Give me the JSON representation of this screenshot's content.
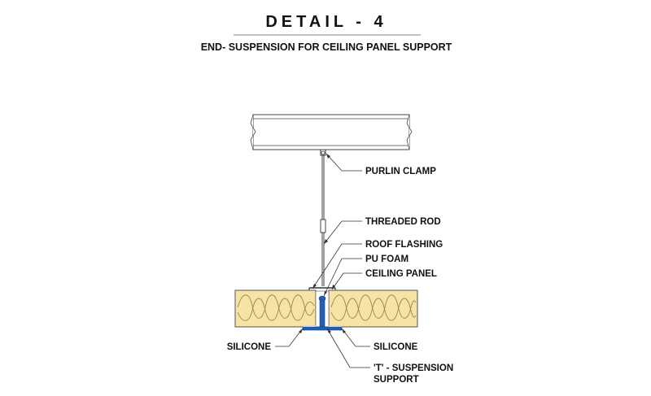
{
  "detail_title": "DETAIL - 4",
  "subtitle": "END- SUSPENSION FOR CEILING PANEL SUPPORT",
  "labels": {
    "purlin_clamp": "PURLIN CLAMP",
    "threaded_rod": "THREADED ROD",
    "roof_flashing": "ROOF FLASHING",
    "pu_foam": "PU FOAM",
    "ceiling_panel": "CEILING PANEL",
    "silicone_left": "SILICONE",
    "silicone_right": "SILICONE",
    "t_suspension_line1": "'T' - SUSPENSION",
    "t_suspension_line2": "SUPPORT"
  },
  "colors": {
    "panel_core": "#f5e4a3",
    "insulation_stroke": "#a08650",
    "t_support": "#1f5fb4",
    "line": "#333333"
  },
  "icons": [
    "purlin-beam",
    "threaded-rod",
    "t-suspension-support",
    "insulated-ceiling-panel"
  ]
}
